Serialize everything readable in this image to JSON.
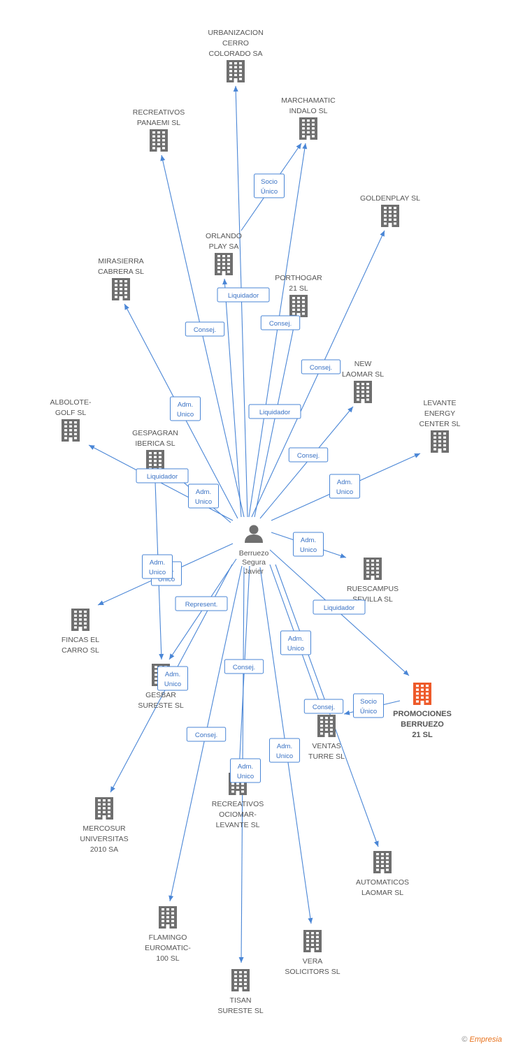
{
  "center": {
    "id": "javier",
    "label_lines": [
      "Berruezo",
      "Segura",
      "Javier"
    ],
    "icon": "person-icon"
  },
  "companies": [
    {
      "id": "urbanizacion",
      "label_lines": [
        "URBANIZACION",
        "CERRO",
        "COLORADO SA"
      ],
      "highlight": false
    },
    {
      "id": "marchamatic",
      "label_lines": [
        "MARCHAMATIC",
        "INDALO SL"
      ],
      "highlight": false
    },
    {
      "id": "recreativos_panaemi",
      "label_lines": [
        "RECREATIVOS",
        "PANAEMI SL"
      ],
      "highlight": false
    },
    {
      "id": "goldenplay",
      "label_lines": [
        "GOLDENPLAY SL"
      ],
      "highlight": false
    },
    {
      "id": "orlando",
      "label_lines": [
        "ORLANDO",
        "PLAY SA"
      ],
      "highlight": false
    },
    {
      "id": "mirasierra",
      "label_lines": [
        "MIRASIERRA",
        "CABRERA SL"
      ],
      "highlight": false
    },
    {
      "id": "porthogar",
      "label_lines": [
        "PORTHOGAR",
        "21 SL"
      ],
      "highlight": false
    },
    {
      "id": "new_laomar",
      "label_lines": [
        "NEW",
        "LAOMAR SL"
      ],
      "highlight": false
    },
    {
      "id": "albolote",
      "label_lines": [
        "ALBOLOTE-",
        "GOLF SL"
      ],
      "highlight": false
    },
    {
      "id": "levante_energy",
      "label_lines": [
        "LEVANTE",
        "ENERGY",
        "CENTER SL"
      ],
      "highlight": false
    },
    {
      "id": "gespagran",
      "label_lines": [
        "GESPAGRAN",
        "IBERICA SL"
      ],
      "highlight": false
    },
    {
      "id": "ruescampus",
      "label_lines": [
        "RUESCAMPUS",
        "SEVILLA SL"
      ],
      "highlight": false
    },
    {
      "id": "fincas",
      "label_lines": [
        "FINCAS EL",
        "CARRO SL"
      ],
      "highlight": false
    },
    {
      "id": "promociones",
      "label_lines": [
        "PROMOCIONES",
        "BERRUEZO",
        "21 SL"
      ],
      "highlight": true
    },
    {
      "id": "gesbar",
      "label_lines": [
        "GESBAR",
        "SURESTE SL"
      ],
      "highlight": false
    },
    {
      "id": "ventas",
      "label_lines": [
        "VENTAS",
        "TURRE SL"
      ],
      "highlight": false
    },
    {
      "id": "recreativos_ociomar",
      "label_lines": [
        "RECREATIVOS",
        "OCIOMAR-",
        "LEVANTE SL"
      ],
      "highlight": false
    },
    {
      "id": "mercosur",
      "label_lines": [
        "MERCOSUR",
        "UNIVERSITAS",
        "2010 SA"
      ],
      "highlight": false
    },
    {
      "id": "automaticos",
      "label_lines": [
        "AUTOMATICOS",
        "LAOMAR SL"
      ],
      "highlight": false
    },
    {
      "id": "flamingo",
      "label_lines": [
        "FLAMINGO",
        "EUROMATIC-",
        "100 SL"
      ],
      "highlight": false
    },
    {
      "id": "vera",
      "label_lines": [
        "VERA",
        "SOLICITORS SL"
      ],
      "highlight": false
    },
    {
      "id": "tisan",
      "label_lines": [
        "TISAN",
        "SURESTE SL"
      ],
      "highlight": false
    }
  ],
  "edges": [
    {
      "from": "javier",
      "to": "urbanizacion",
      "label_lines": []
    },
    {
      "from": "javier",
      "to": "marchamatic",
      "label_lines": [
        "Consej."
      ]
    },
    {
      "from": "orlando",
      "to": "marchamatic",
      "label_lines": [
        "Socio",
        "Único"
      ]
    },
    {
      "from": "javier",
      "to": "recreativos_panaemi",
      "label_lines": [
        "Consej."
      ]
    },
    {
      "from": "javier",
      "to": "goldenplay",
      "label_lines": [
        "Consej."
      ]
    },
    {
      "from": "javier",
      "to": "orlando",
      "label_lines": [
        "Liquidador"
      ]
    },
    {
      "from": "javier",
      "to": "mirasierra",
      "label_lines": [
        "Adm.",
        "Unico"
      ]
    },
    {
      "from": "javier",
      "to": "porthogar",
      "label_lines": [
        "Liquidador"
      ]
    },
    {
      "from": "javier",
      "to": "new_laomar",
      "label_lines": [
        "Consej."
      ]
    },
    {
      "from": "javier",
      "to": "albolote",
      "label_lines": [
        "Liquidador"
      ]
    },
    {
      "from": "javier",
      "to": "levante_energy",
      "label_lines": [
        "Adm.",
        "Unico"
      ]
    },
    {
      "from": "javier",
      "to": "gespagran",
      "label_lines": [
        "Adm.",
        "Unico"
      ]
    },
    {
      "from": "javier",
      "to": "ruescampus",
      "label_lines": [
        "Adm.",
        "Unico"
      ]
    },
    {
      "from": "javier",
      "to": "fincas",
      "label_lines": [
        "Adm.",
        "Unico"
      ]
    },
    {
      "from": "javier",
      "to": "promociones",
      "label_lines": [
        "Liquidador"
      ]
    },
    {
      "from": "gespagran",
      "to": "gesbar",
      "label_lines": [
        "Adm.",
        "Unico"
      ]
    },
    {
      "from": "javier",
      "to": "gesbar",
      "label_lines": [
        "Represent."
      ]
    },
    {
      "from": "javier",
      "to": "ventas",
      "label_lines": [
        "Adm.",
        "Unico"
      ]
    },
    {
      "from": "promociones",
      "to": "ventas",
      "label_lines": [
        "Socio",
        "Único"
      ]
    },
    {
      "from": "javier",
      "to": "recreativos_ociomar",
      "label_lines": [
        "Consej."
      ]
    },
    {
      "from": "javier",
      "to": "mercosur",
      "label_lines": [
        "Adm.",
        "Unico"
      ]
    },
    {
      "from": "javier",
      "to": "automaticos",
      "label_lines": [
        "Consej."
      ]
    },
    {
      "from": "javier",
      "to": "flamingo",
      "label_lines": [
        "Consej."
      ]
    },
    {
      "from": "javier",
      "to": "vera",
      "label_lines": [
        "Adm.",
        "Unico"
      ]
    },
    {
      "from": "javier",
      "to": "tisan",
      "label_lines": [
        "Adm.",
        "Unico"
      ]
    }
  ],
  "footer": {
    "copyright": "©",
    "brand": "Empresia"
  }
}
